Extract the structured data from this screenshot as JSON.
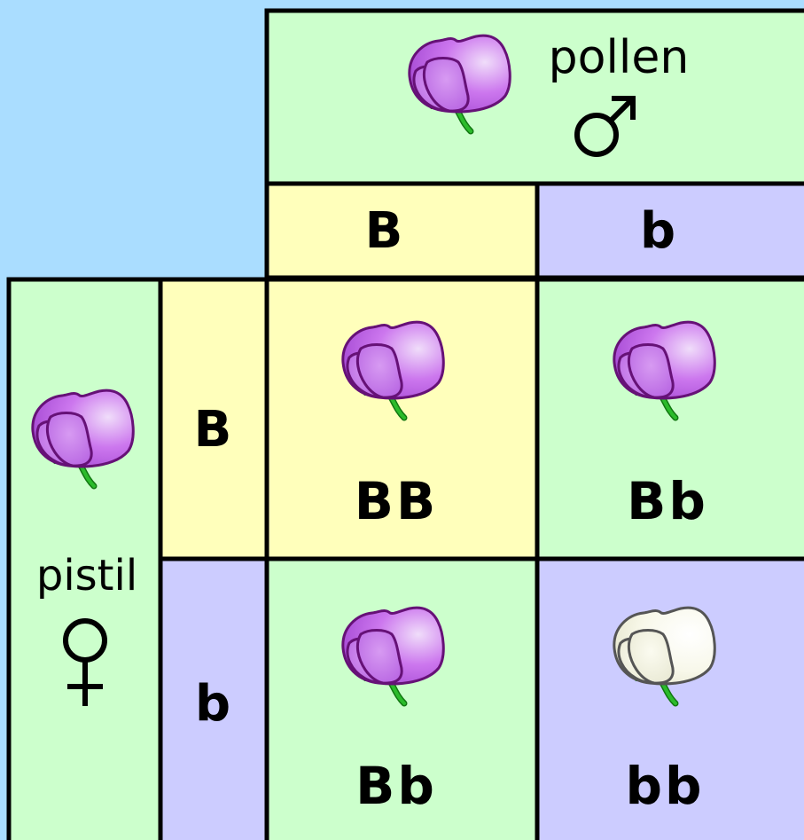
{
  "colors": {
    "background": "#aaddff",
    "green_cell": "#ccffcc",
    "yellow_cell": "#ffffbb",
    "blue_cell": "#ccccff",
    "border": "#000000",
    "purple_flower": "#cc77ee",
    "white_flower": "#f6f6e4",
    "stem": "#22aa22"
  },
  "pollen": {
    "label": "pollen",
    "symbol": "♂",
    "flower": "purple-flower-icon",
    "alleles": [
      "B",
      "b"
    ]
  },
  "pistil": {
    "label": "pistil",
    "symbol": "♀",
    "flower": "purple-flower-icon",
    "alleles": [
      "B",
      "b"
    ]
  },
  "offspring": [
    {
      "genotype": "BB",
      "flower": "purple-flower-icon"
    },
    {
      "genotype": "Bb",
      "flower": "purple-flower-icon"
    },
    {
      "genotype": "Bb",
      "flower": "purple-flower-icon"
    },
    {
      "genotype": "bb",
      "flower": "white-flower-icon"
    }
  ]
}
